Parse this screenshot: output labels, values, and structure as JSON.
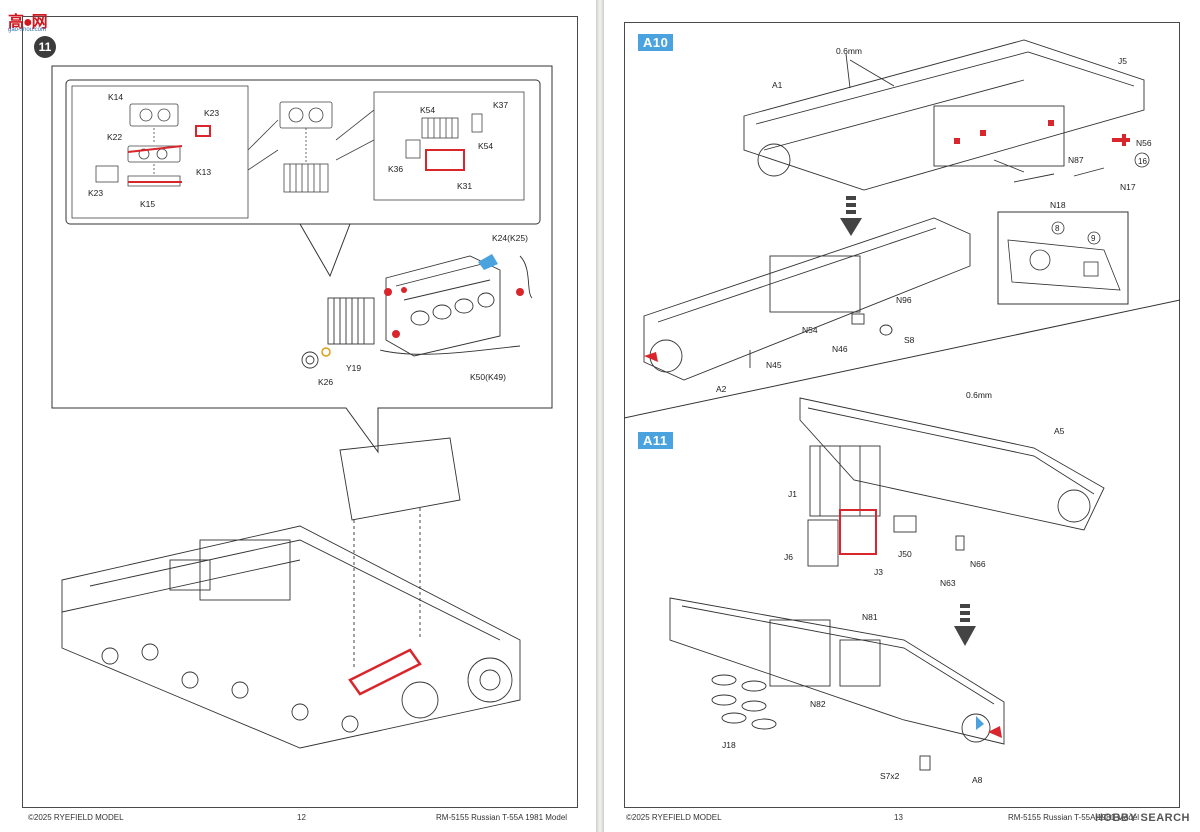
{
  "left_page": {
    "step_number": "11",
    "callout_top_labels": [
      "K14",
      "K23",
      "K22",
      "K13",
      "K23",
      "K15"
    ],
    "callout_mid_labels": [
      "K54",
      "K37",
      "K54",
      "K36",
      "K31"
    ],
    "engine_labels": {
      "k24": "K24(K25)",
      "k26": "K26",
      "y19": "Y19",
      "k50": "K50(K49)"
    },
    "footer": {
      "copyright": "©2025 RYEFIELD MODEL",
      "page_number": "12",
      "model": "RM-5155 Russian T-55A 1981 Model"
    }
  },
  "right_page": {
    "sections": [
      {
        "tag": "A10",
        "labels": {
          "wire": "0.6mm",
          "a1": "A1",
          "j5": "J5",
          "n56": "N56",
          "n87": "N87",
          "n18": "N18",
          "n17": "N17",
          "circle16": "16",
          "circle8": "8",
          "circle9": "9",
          "n96": "N96",
          "n54": "N54",
          "n46": "N46",
          "s8": "S8",
          "n45": "N45",
          "a2": "A2"
        }
      },
      {
        "tag": "A11",
        "labels": {
          "wire": "0.6mm",
          "a5": "A5",
          "j1": "J1",
          "j6": "J6",
          "j3": "J3",
          "j50": "J50",
          "n66": "N66",
          "n63": "N63",
          "n81": "N81",
          "n82": "N82",
          "j18": "J18",
          "s7": "S7x2",
          "a8": "A8"
        }
      }
    ],
    "footer": {
      "copyright": "©2025 RYEFIELD MODEL",
      "page_number": "13",
      "model": "RM-5155 Russian T-55A 1981 Model"
    }
  },
  "watermarks": {
    "left_logo": "高●网",
    "left_sub": "gao-shou.com",
    "right_logo": "HOBBY SEARCH"
  },
  "colors": {
    "accent_blue": "#4aa3df",
    "highlight_red": "#d9252c",
    "line": "#333333"
  }
}
